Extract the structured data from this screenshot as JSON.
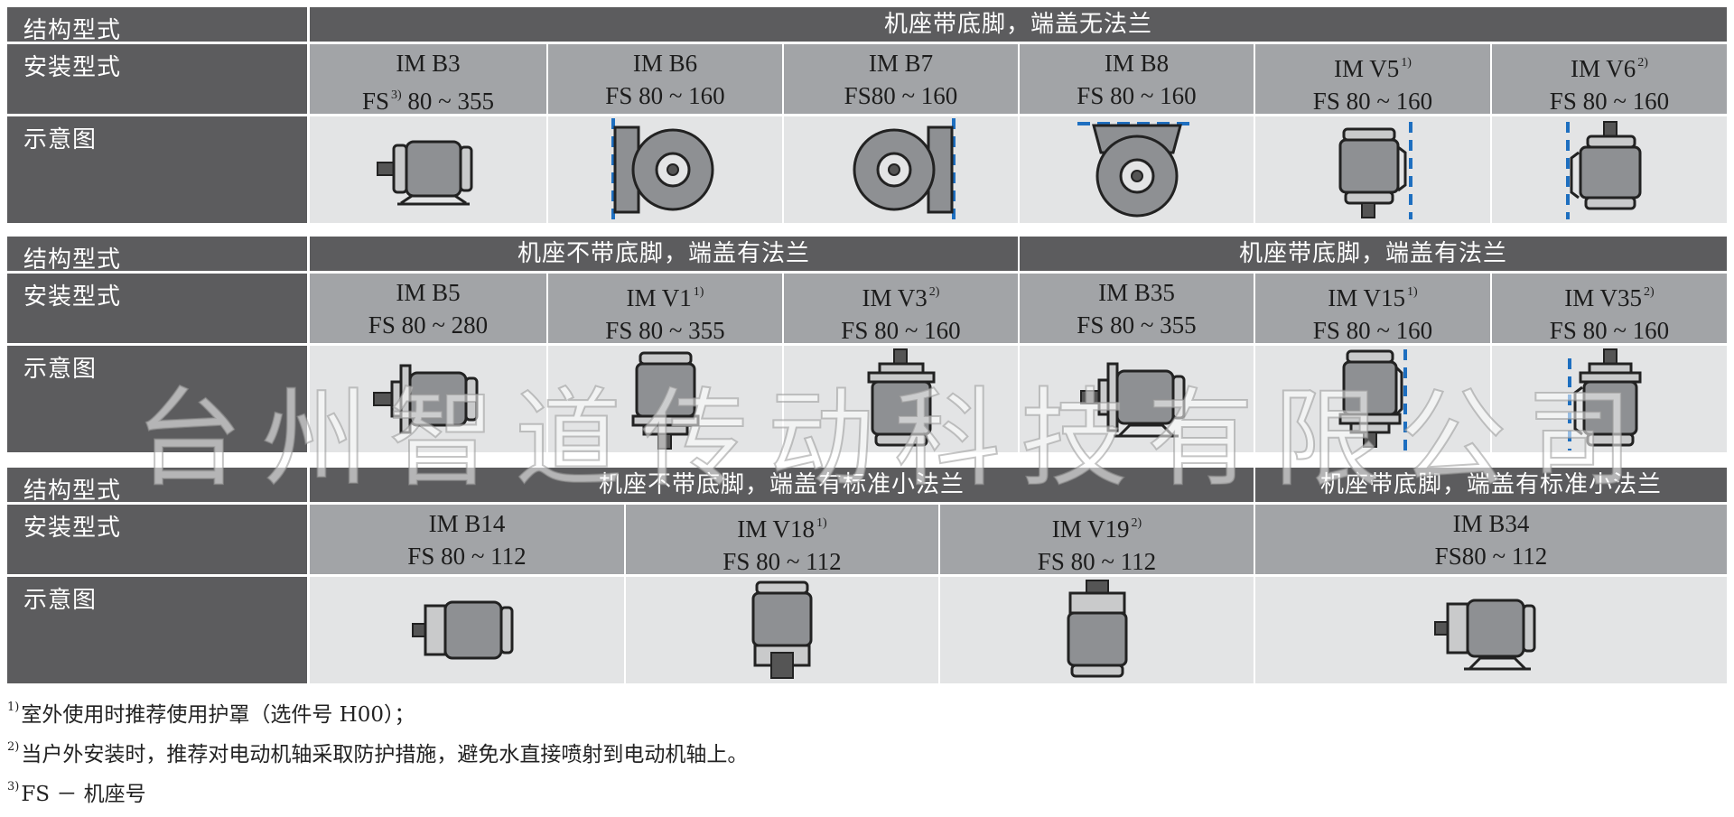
{
  "labels": {
    "structure": "结构型式",
    "install": "安装型式",
    "diagram": "示意图"
  },
  "section1": {
    "header": "机座带底脚，端盖无法兰",
    "items": [
      {
        "model": "IM B3",
        "range_prefix": "FS",
        "range_sup": "3)",
        "range": " 80 ~ 355",
        "sup": "",
        "icon": "motor-foot-horizontal-icon"
      },
      {
        "model": "IM B6",
        "range_prefix": "FS 80 ~ 160",
        "range_sup": "",
        "range": "",
        "sup": "",
        "icon": "motor-b6-wall-icon"
      },
      {
        "model": "IM B7",
        "range_prefix": "FS80 ~ 160",
        "range_sup": "",
        "range": "",
        "sup": "",
        "icon": "motor-b7-wall-icon"
      },
      {
        "model": "IM B8",
        "range_prefix": "FS 80 ~ 160",
        "range_sup": "",
        "range": "",
        "sup": "",
        "icon": "motor-b8-ceiling-icon"
      },
      {
        "model": "IM V5",
        "range_prefix": "FS 80 ~ 160",
        "range_sup": "",
        "range": "",
        "sup": "1)",
        "icon": "motor-v5-vertical-down-icon"
      },
      {
        "model": "IM V6",
        "range_prefix": "FS 80 ~ 160",
        "range_sup": "",
        "range": "",
        "sup": "2)",
        "icon": "motor-v6-vertical-up-icon"
      }
    ]
  },
  "section2": {
    "header_a": "机座不带底脚，端盖有法兰",
    "header_b": "机座带底脚，端盖有法兰",
    "items": [
      {
        "model": "IM B5",
        "range": "FS 80 ~ 280",
        "sup": "",
        "icon": "motor-b5-flange-icon"
      },
      {
        "model": "IM V1",
        "range": "FS 80 ~ 355",
        "sup": "1)",
        "icon": "motor-v1-flange-down-icon"
      },
      {
        "model": "IM V3",
        "range": "FS 80 ~ 160",
        "sup": "2)",
        "icon": "motor-v3-flange-up-icon"
      },
      {
        "model": "IM B35",
        "range": "FS 80 ~ 355",
        "sup": "",
        "icon": "motor-b35-foot-flange-icon"
      },
      {
        "model": "IM V15",
        "range": "FS 80 ~ 160",
        "sup": "1)",
        "icon": "motor-v15-icon"
      },
      {
        "model": "IM V35",
        "range": "FS 80 ~ 160",
        "sup": "2)",
        "icon": "motor-v35-icon"
      }
    ]
  },
  "section3": {
    "header_a": "机座不带底脚，端盖有标准小法兰",
    "header_b": "机座带底脚，端盖有标准小法兰",
    "items": [
      {
        "model": "IM B14",
        "range": "FS 80 ~ 112",
        "sup": "",
        "icon": "motor-b14-small-flange-icon"
      },
      {
        "model": "IM V18",
        "range": "FS 80 ~ 112",
        "sup": "1)",
        "icon": "motor-v18-icon"
      },
      {
        "model": "IM V19",
        "range": "FS 80 ~ 112",
        "sup": "2)",
        "icon": "motor-v19-icon"
      },
      {
        "model": "IM B34",
        "range": "FS80 ~ 112",
        "sup": "",
        "icon": "motor-b34-icon"
      }
    ]
  },
  "notes": [
    {
      "sup": "1)",
      "text": "室外使用时推荐使用护罩（选件号 H00）；"
    },
    {
      "sup": "2)",
      "text": "当户外安装时，推荐对电动机轴采取防护措施，避免水直接喷射到电动机轴上。"
    },
    {
      "sup": "3)",
      "text": "FS － 机座号"
    }
  ],
  "watermark": "台州智道传动科技有限公司",
  "colors": {
    "dark_gray": "#5c5c5e",
    "mid_gray": "#a2a4a7",
    "light_gray": "#e3e4e5",
    "mount_blue": "#1e6fc0"
  }
}
